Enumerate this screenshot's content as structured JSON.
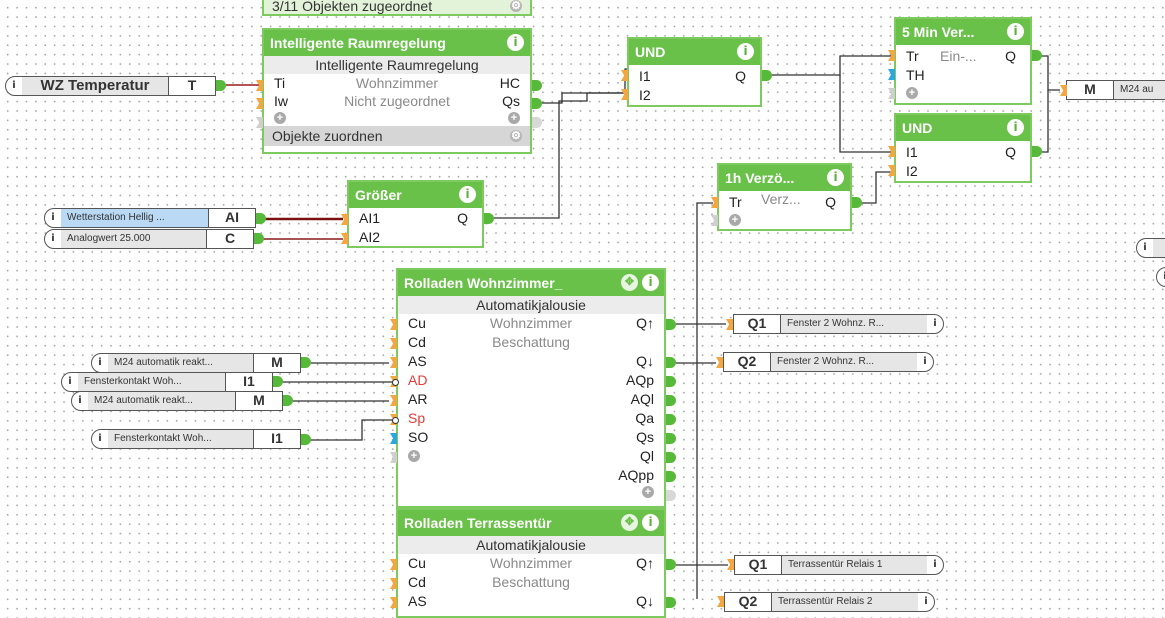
{
  "colors": {
    "block_header": "#6ac14a",
    "input_pin": "#f4a640",
    "trigger_pin": "#2aa7de",
    "output_pin": "#57b93a",
    "negated_input_label": "#e33b3b"
  },
  "top_tag": {
    "text": "3/11 Objekten zugeordnet"
  },
  "raumregelung": {
    "title": "Intelligente Raumregelung",
    "subtitle": "Intelligente Raumregelung",
    "inputs": [
      "Ti",
      "Iw"
    ],
    "outputs": [
      "HC",
      "Qs"
    ],
    "center": [
      "Wohnzimmer",
      "Nicht zugeordnet"
    ],
    "footer": "Objekte zuordnen"
  },
  "und1": {
    "title": "UND",
    "inputs": [
      "I1",
      "I2"
    ],
    "output": "Q"
  },
  "verz5": {
    "title": "5 Min Ver...",
    "inputs": [
      "Tr",
      "TH"
    ],
    "param": "Ein-...",
    "output": "Q"
  },
  "und2": {
    "title": "UND",
    "inputs": [
      "I1",
      "I2"
    ],
    "output": "Q"
  },
  "verz1h": {
    "title": "1h Verzö...",
    "inputs": [
      "Tr"
    ],
    "param": "Verz...",
    "output": "Q"
  },
  "groesser": {
    "title": "Größer",
    "inputs": [
      "AI1",
      "AI2"
    ],
    "output": "Q"
  },
  "rolladen_wz": {
    "title": "Rolladen Wohnzimmer_",
    "subtitle": "Automatikjalousie",
    "center": [
      "Wohnzimmer",
      "Beschattung"
    ],
    "inputs": [
      "Cu",
      "Cd",
      "AS",
      "AD",
      "AR",
      "Sp",
      "SO"
    ],
    "outputs": [
      "Q↑",
      "",
      "Q↓",
      "AQp",
      "AQl",
      "Qa",
      "Qs",
      "Ql",
      "AQpp"
    ]
  },
  "rolladen_tt": {
    "title": "Rolladen Terrassentür",
    "subtitle": "Automatikjalousie",
    "center": [
      "Wohnzimmer",
      "Beschattung"
    ],
    "inputs": [
      "Cu",
      "Cd",
      "AS"
    ],
    "outputs": [
      "Q↑",
      "",
      "Q↓"
    ]
  },
  "inputs_io": [
    {
      "name": "WZ Temperatur",
      "code": "T"
    },
    {
      "name": "Wetterstation  Hellig ...",
      "code": "AI"
    },
    {
      "name": "Analogwert 25.000",
      "code": "C"
    },
    {
      "name": "M24  automatik  reakt...",
      "code": "M"
    },
    {
      "name": "Fensterkontakt  Woh...",
      "code": "I1"
    },
    {
      "name": "M24  automatik  reakt...",
      "code": "M"
    },
    {
      "name": "Fensterkontakt  Woh...",
      "code": "I1"
    }
  ],
  "outputs_io": [
    {
      "code": "M",
      "name": "M24  au"
    },
    {
      "code": "Q1",
      "name": "Fenster  2  Wohnz.  R..."
    },
    {
      "code": "Q2",
      "name": "Fenster  2  Wohnz.  R..."
    },
    {
      "code": "Q1",
      "name": "Terrassentür Relais 1"
    },
    {
      "code": "Q2",
      "name": "Terrassentür Relais 2"
    }
  ],
  "icons": {
    "info": "i",
    "plus": "+",
    "move": "✥",
    "gear": "⚙"
  }
}
